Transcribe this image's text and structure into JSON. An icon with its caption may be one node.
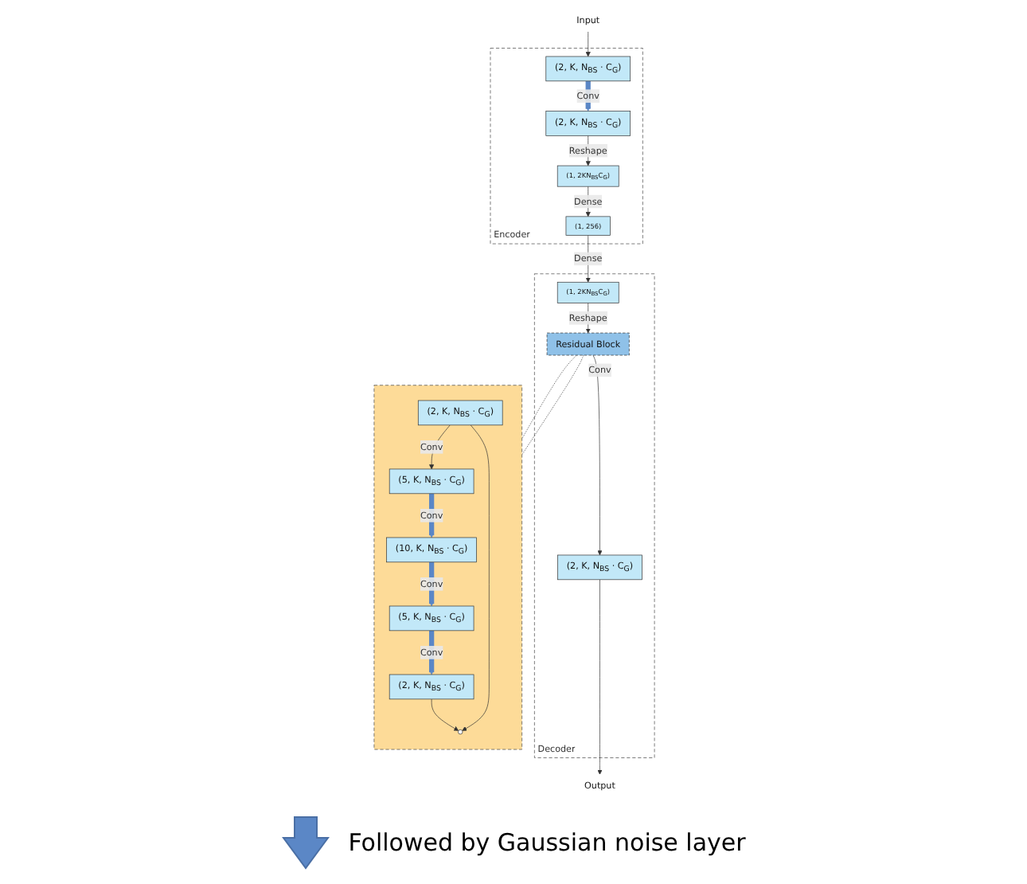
{
  "diagram": {
    "nodes": [
      {
        "text": [
          "Input"
        ]
      },
      {
        "text": [
          "Encoder"
        ]
      },
      {
        "text": [
          "(2, K, N$_{BS}$ · C$_{G}$)"
        ],
        "in": 1
      },
      {
        "text": [
          "(2, K, N$_{BS}$ · C$_{G}$)"
        ],
        "in": 1
      },
      {
        "text": [
          "(1, 2KN$_{BS}$C$_{G}$)"
        ],
        "in": 1
      },
      {
        "text": [
          "(1, 256)"
        ],
        "in": 1
      },
      {
        "text": [
          "Decoder"
        ]
      },
      {
        "text": [
          "(1, 2KN$_{BS}$C$_{G}$)"
        ],
        "in": 6
      },
      {
        "text": [
          "Residual Block"
        ],
        "in": 6
      },
      {
        "text": [
          "(2, K, N$_{BS}$ · C$_{G}$)"
        ],
        "in": 6
      },
      {
        "text": [
          "Output"
        ]
      },
      {
        "text": [],
        "shape": "box"
      },
      {
        "text": [
          "(2, K, N$_{BS}$ · C$_{G}$)"
        ],
        "in": 11
      },
      {
        "text": [
          "(5, K, N$_{BS}$ · C$_{G}$)"
        ],
        "in": 11
      },
      {
        "text": [
          "(10, K, N$_{BS}$ · C$_{G}$)"
        ],
        "in": 11
      },
      {
        "text": [
          "(5, K, N$_{BS}$ · C$_{G}$)"
        ],
        "in": 11
      },
      {
        "text": [
          "(2, K, N$_{BS}$ · C$_{G}$)"
        ],
        "in": 11
      },
      {
        "text": [],
        "shape": "circle",
        "in": 11
      }
    ],
    "edges": [
      {
        "from": 0,
        "to": 2,
        "arrow": "to"
      },
      {
        "from": 2,
        "to": 3,
        "arrow": "to",
        "label": "Conv",
        "style": "thick",
        "color": "#5b87c6"
      },
      {
        "from": 3,
        "to": 4,
        "arrow": "to",
        "label": "Reshape"
      },
      {
        "from": 4,
        "to": 5,
        "arrow": "to",
        "label": "Dense"
      },
      {
        "from": 5,
        "to": 7,
        "arrow": "to",
        "label": "Dense"
      },
      {
        "from": 7,
        "to": 8,
        "arrow": "to",
        "label": "Reshape"
      },
      {
        "from": 8,
        "to": 9,
        "arrow": "to",
        "label": "Conv"
      },
      {
        "from": 9,
        "to": 10,
        "arrow": "to"
      },
      {
        "from": 8,
        "to": 11,
        "arrow": "none",
        "style": "dashed"
      },
      {
        "from": 8,
        "to": 11,
        "arrow": "none",
        "style": "dashed"
      },
      {
        "from": 12,
        "to": 13,
        "arrow": "to",
        "label": "Conv"
      },
      {
        "from": 13,
        "to": 14,
        "arrow": "to",
        "label": "Conv",
        "style": "thick",
        "color": "#5b87c6"
      },
      {
        "from": 14,
        "to": 15,
        "arrow": "to",
        "label": "Conv",
        "style": "thick",
        "color": "#5b87c6"
      },
      {
        "from": 15,
        "to": 16,
        "arrow": "to",
        "label": "Conv",
        "style": "thick",
        "color": "#5b87c6"
      },
      {
        "from": 16,
        "to": 17,
        "arrow": "to"
      },
      {
        "from": 12,
        "to": 17,
        "arrow": "to"
      }
    ],
    "legend": [
      {
        "text": "Followed by Gaussian noise layer"
      }
    ]
  }
}
